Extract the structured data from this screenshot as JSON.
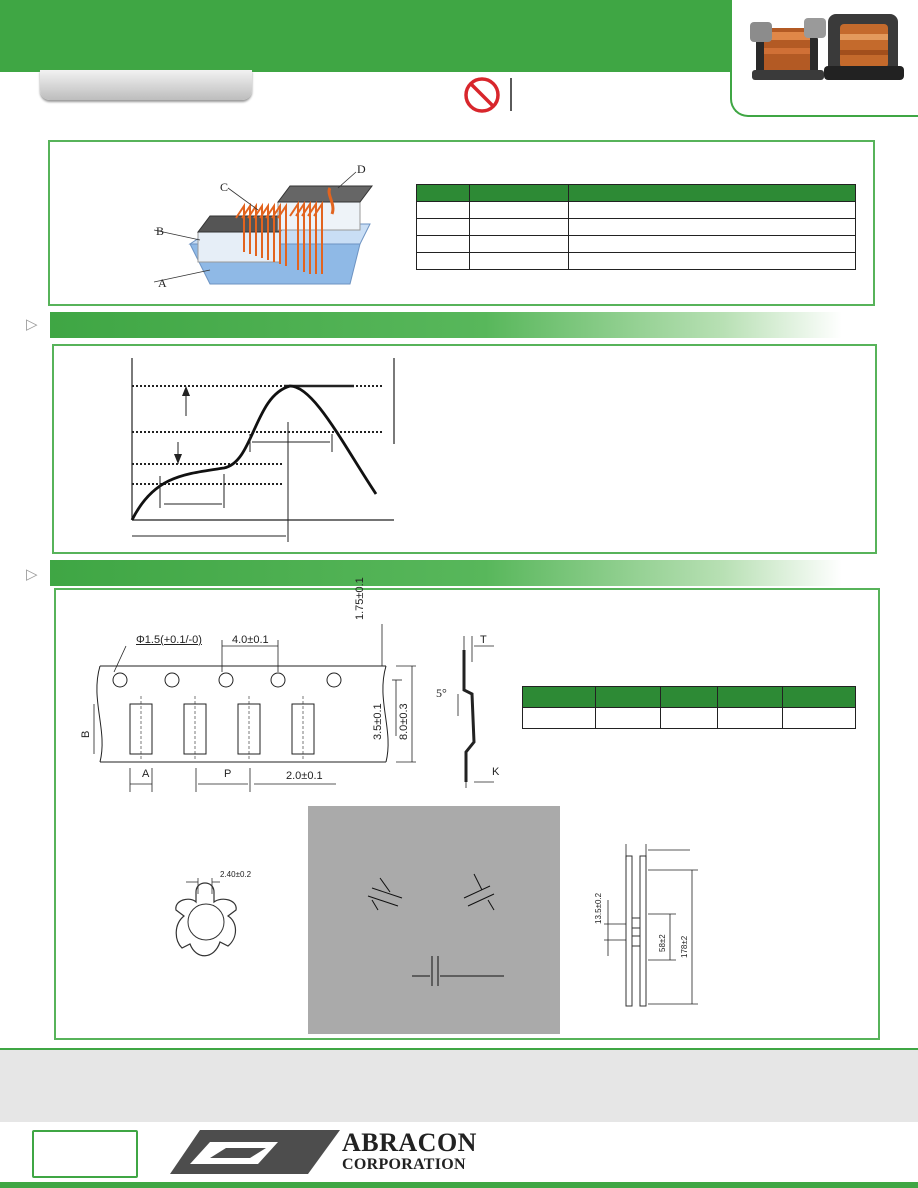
{
  "structure": {
    "labels": {
      "a": "A",
      "b": "B",
      "c": "C",
      "d": "D"
    }
  },
  "tape": {
    "sprocket_hole": "Φ1.5(+0.1/-0)",
    "pitch_holes": "4.0±0.1",
    "edge_distance": "1.75±0.1",
    "row_offset": "3.5±0.1",
    "tape_width": "8.0±0.3",
    "hole_to_pocket": "2.0±0.1",
    "angle": "5°",
    "dim_a": "A",
    "dim_b": "B",
    "dim_p": "P",
    "dim_t": "T",
    "dim_k": "K"
  },
  "reel": {
    "hub_hole": "2.40±0.2",
    "width_outer": "13.5±0.2",
    "hub_dia": "58±2",
    "reel_dia": "178±2"
  },
  "company": {
    "name_line1": "ABRACON",
    "name_line2": "CORPORATION"
  },
  "colors": {
    "brand_green": "#3fa644",
    "table_header": "#2d8a35",
    "coil_orange": "#e2641f",
    "base_blue": "#8fb9e6"
  }
}
